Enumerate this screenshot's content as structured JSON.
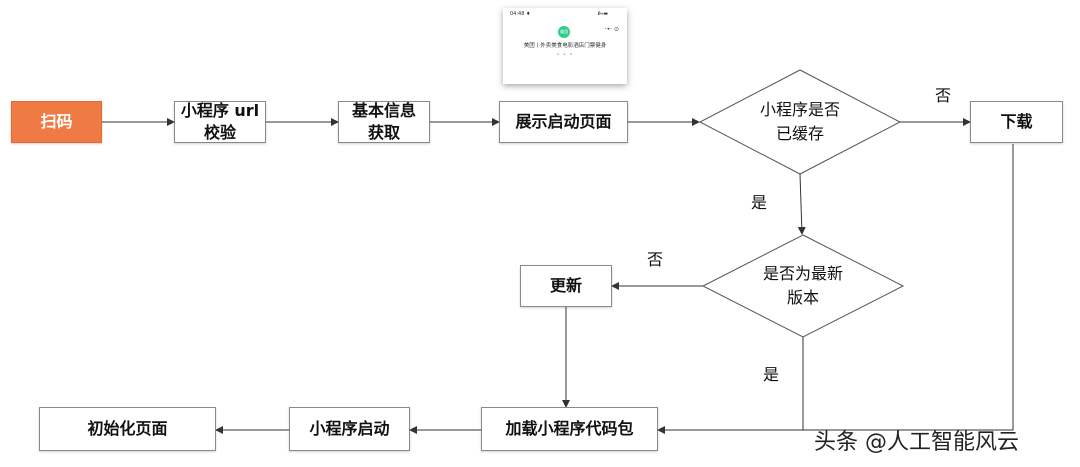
{
  "nodes": {
    "scan": "扫码",
    "url_check_line1": "小程序 url",
    "url_check_line2": "校验",
    "basic_info_line1": "基本信息",
    "basic_info_line2": "获取",
    "show_launch": "展示启动页面",
    "cached_line1": "小程序是否",
    "cached_line2": "已缓存",
    "download": "下载",
    "latest_line1": "是否为最新",
    "latest_line2": "版本",
    "update": "更新",
    "load_package": "加载小程序代码包",
    "app_launch": "小程序启动",
    "init_page": "初始化页面"
  },
  "edge_labels": {
    "cached_no": "否",
    "cached_yes": "是",
    "latest_no": "否",
    "latest_yes": "是"
  },
  "phone_preview": {
    "time": "04:48 ♦",
    "status_icons": "ııl ≈ ▬",
    "capsule": "·•· ⊙",
    "logo_text": "美团",
    "app_name": "美团丨外卖美食电影酒店门票健身",
    "loading": "• • •"
  },
  "watermark": "头条 @人工智能风云",
  "colors": {
    "start_fill": "#f07a43",
    "line": "#333333"
  }
}
